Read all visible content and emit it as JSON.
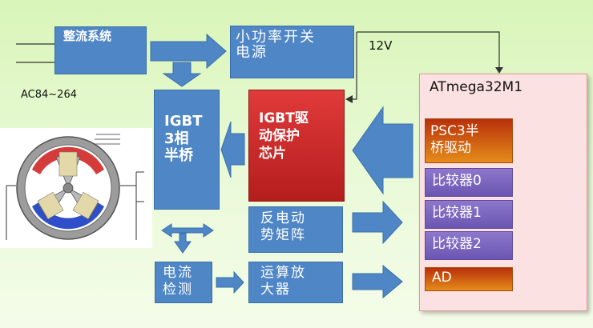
{
  "blocks": {
    "rectifier": "整流系统",
    "switching_supply": "小功率开关\n电源",
    "igbt_bridge": "IGBT\n3相\n半桥",
    "driver_chip": "IGBT驱\n动保护\n芯片",
    "back_emf_matrix": "反电动\n势矩阵",
    "current_detect": "电流\n检测",
    "op_amp": "运算放\n大器"
  },
  "labels": {
    "ac_input": "AC84~264",
    "voltage": "12V"
  },
  "mcu": {
    "name": "ATmega32M1",
    "psc": "PSC3半\n桥驱动",
    "comparators": [
      "比较器0",
      "比较器1",
      "比较器2"
    ],
    "adc": "AD"
  },
  "colors": {
    "block_blue": "#4f86c6",
    "driver_red": "#c92a2a",
    "mcu_pink": "#fbe1e1",
    "comparator_purple": "#7a64bf",
    "psc_orange": "#e58c1a",
    "background_green": "#dff6c6"
  }
}
